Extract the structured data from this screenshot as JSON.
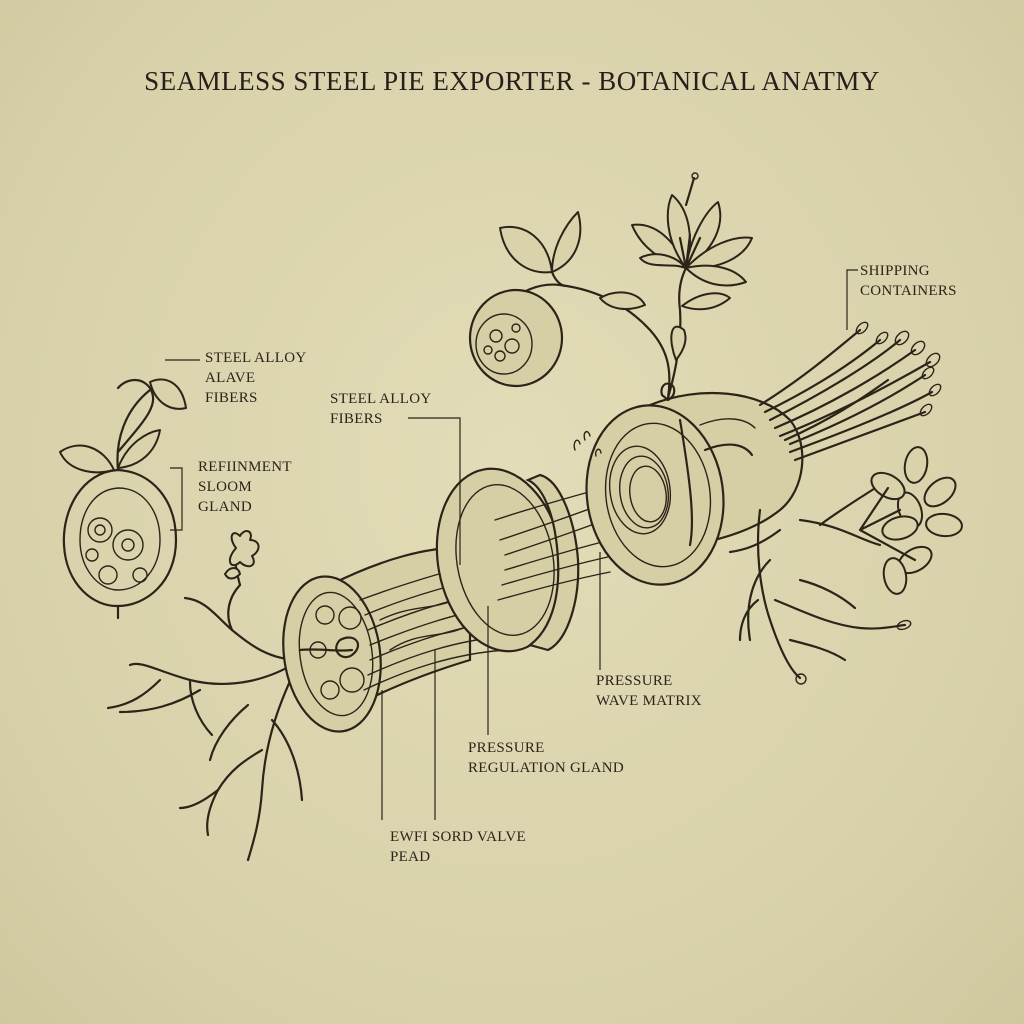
{
  "title": "SEAMLESS STEEL PIE EXPORTER - BOTANICAL ANATMY",
  "labels": {
    "shipping_containers": "SHIPPING\nCONTAINERS",
    "steel_alloy_alave_fibers": "STEEL ALLOY\nALAVE\nFIBERS",
    "refiinment_sloom_gland": "REFIINMENT\nSLOOM\nGLAND",
    "steel_alloy_fibers": "STEEL ALLOY\nFIBERS",
    "pressure_wave_matrix": "PRESSURE\nWAVE MATRIX",
    "pressure_regulation_gland": "PRESSURE\nREGULATION GLAND",
    "valve_pead": "EWFI SORD VALVE\nPEAD"
  },
  "colors": {
    "paper": "#dcd6b0",
    "ink": "#2b2519"
  }
}
